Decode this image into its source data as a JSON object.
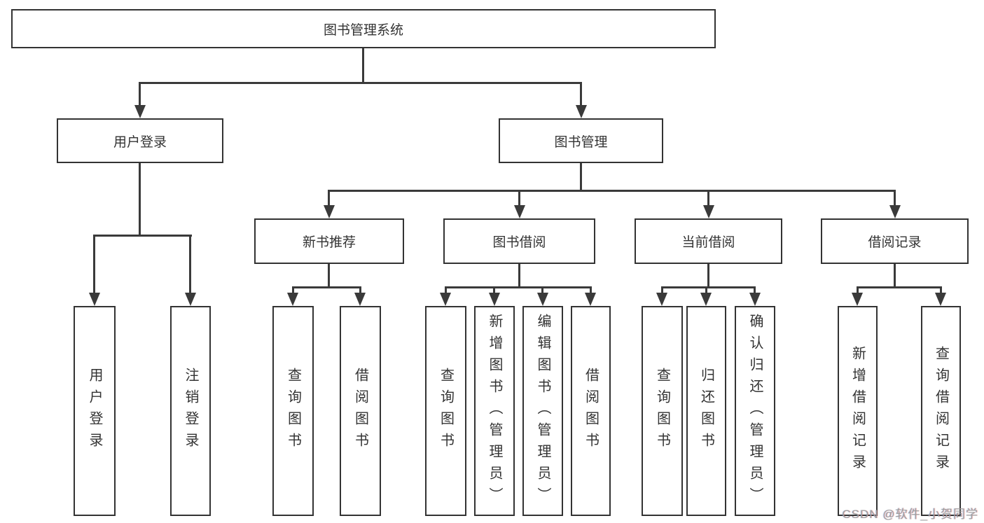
{
  "diagram": {
    "root": "图书管理系统",
    "user_login": {
      "label": "用户登录",
      "leaves": [
        "用户登录",
        "注销登录"
      ]
    },
    "book_mgmt": {
      "label": "图书管理",
      "children": [
        {
          "label": "新书推荐",
          "leaves": [
            "查询图书",
            "借阅图书"
          ]
        },
        {
          "label": "图书借阅",
          "leaves": [
            "查询图书",
            "新增图书（管理员）",
            "编辑图书（管理员）",
            "借阅图书"
          ]
        },
        {
          "label": "当前借阅",
          "leaves": [
            "查询图书",
            "归还图书",
            "确认归还（管理员）"
          ]
        },
        {
          "label": "借阅记录",
          "leaves": [
            "新增借阅记录",
            "查询借阅记录"
          ]
        }
      ]
    }
  },
  "watermark": "CSDN @软件_小贺同学",
  "colors": {
    "line": "#3a3a3a",
    "box_border": "#333333",
    "text": "#333333",
    "watermark": "#9e9e9e",
    "background": "#ffffff"
  }
}
